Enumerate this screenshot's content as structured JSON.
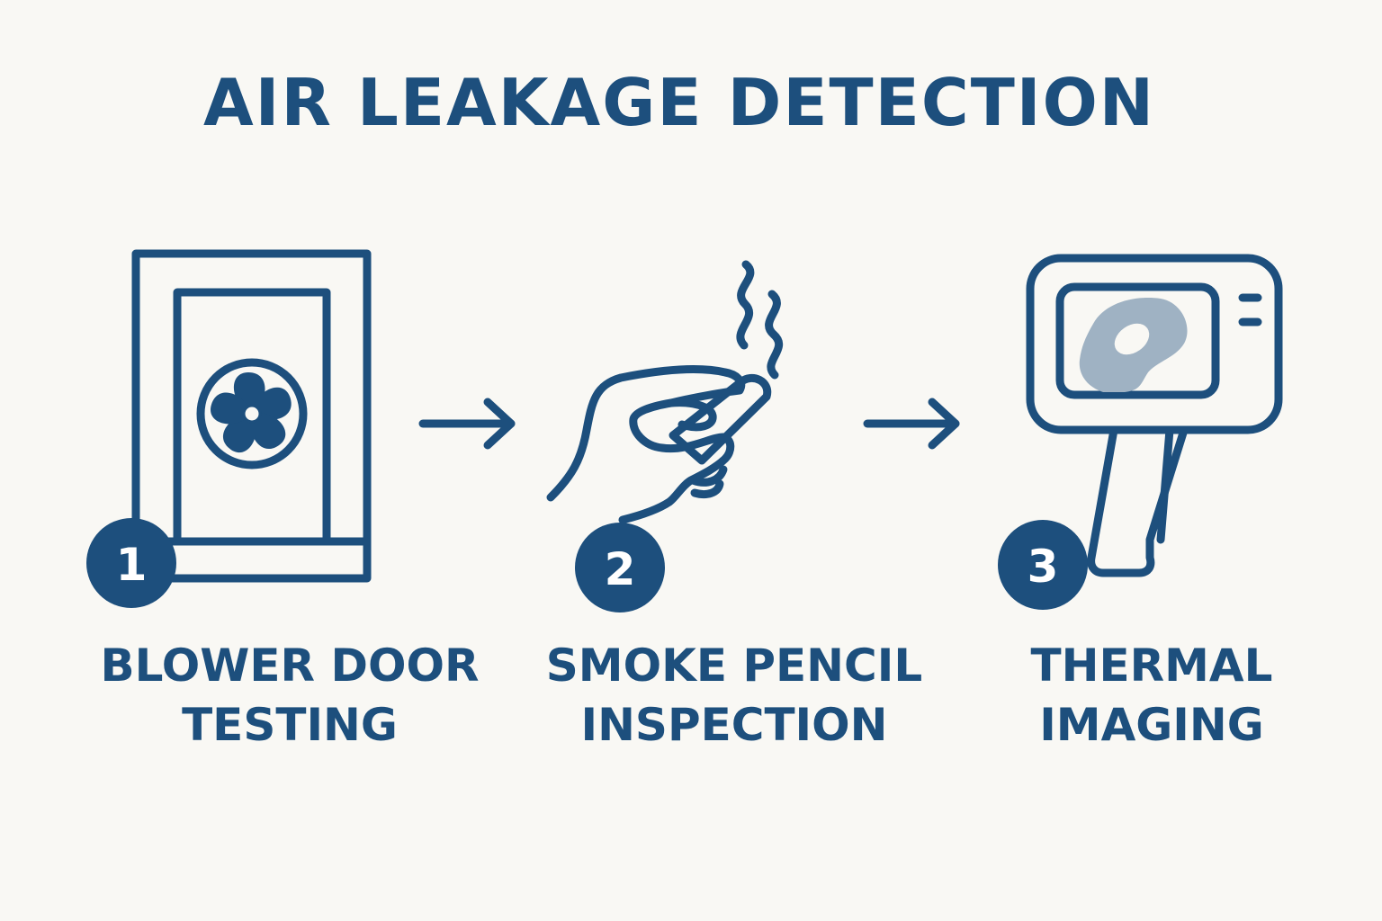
{
  "title": "AIR LEAKAGE DETECTION",
  "colors": {
    "primary": "#1d4f7d",
    "background": "#f9f8f4",
    "badge_text": "#ffffff",
    "thermal_hotspot": "#9fb2c3"
  },
  "steps": [
    {
      "number": "1",
      "label_line1": "BLOWER DOOR",
      "label_line2": "TESTING",
      "icon": "blower-door-fan-icon"
    },
    {
      "number": "2",
      "label_line1": "SMOKE PENCIL",
      "label_line2": "INSPECTION",
      "icon": "hand-holding-smoke-pencil-icon"
    },
    {
      "number": "3",
      "label_line1": "THERMAL",
      "label_line2": "IMAGING",
      "icon": "thermal-camera-icon"
    }
  ],
  "arrows": [
    "arrow-right-icon",
    "arrow-right-icon"
  ]
}
